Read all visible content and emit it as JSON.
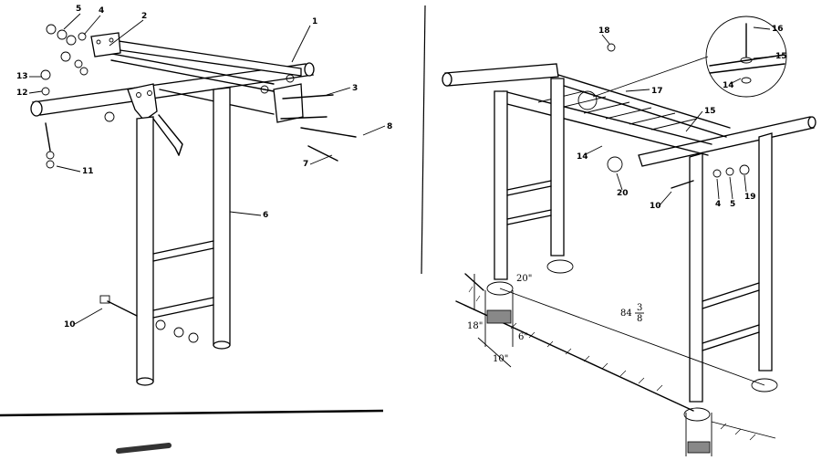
{
  "left_view": {
    "callouts": [
      "5",
      "4",
      "2",
      "1",
      "13",
      "12",
      "3",
      "8",
      "7",
      "11",
      "6",
      "10"
    ]
  },
  "right_view": {
    "callouts": [
      "18",
      "17",
      "16",
      "15",
      "14",
      "15",
      "14",
      "20",
      "10",
      "4",
      "5",
      "19"
    ],
    "dimensions": {
      "span_whole": "84",
      "span_num": "3",
      "span_den": "8",
      "ground_depth": "18\"",
      "post_hole": "20\"",
      "hole_width": "10\"",
      "depth_small": "6\""
    }
  }
}
